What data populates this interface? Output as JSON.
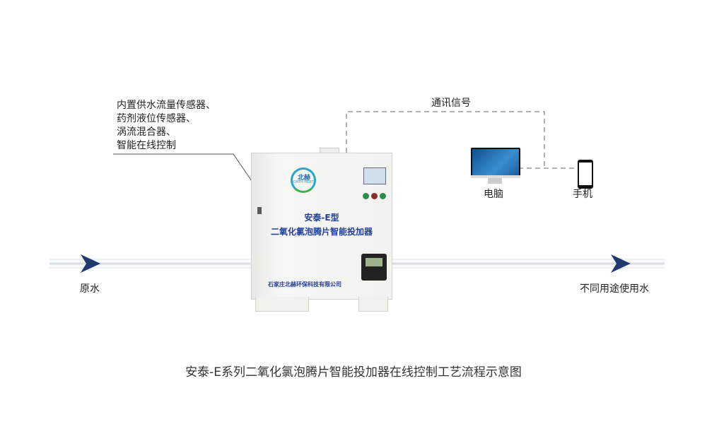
{
  "annotation": {
    "lines": [
      "内置供水流量传感器、",
      "药剂液位传感器、",
      "涡流混合器、",
      "智能在线控制"
    ]
  },
  "signal_label": "通讯信号",
  "devices": {
    "computer": "电脑",
    "phone": "手机"
  },
  "inlet_label": "原水",
  "outlet_label": "不同用途使用水",
  "machine": {
    "logo_cn": "北赫",
    "logo_en": "NORTH HERTZ",
    "model": "安泰-E型",
    "product": "二氧化氯泡腾片智能投加器",
    "company": "石家庄北赫环保科技有限公司"
  },
  "caption": "安泰-E系列二氧化氯泡腾片智能投加器在线控制工艺流程示意图",
  "colors": {
    "arrow": "#1e3a6e",
    "text_blue": "#1f3f9a",
    "dash": "#999999"
  }
}
